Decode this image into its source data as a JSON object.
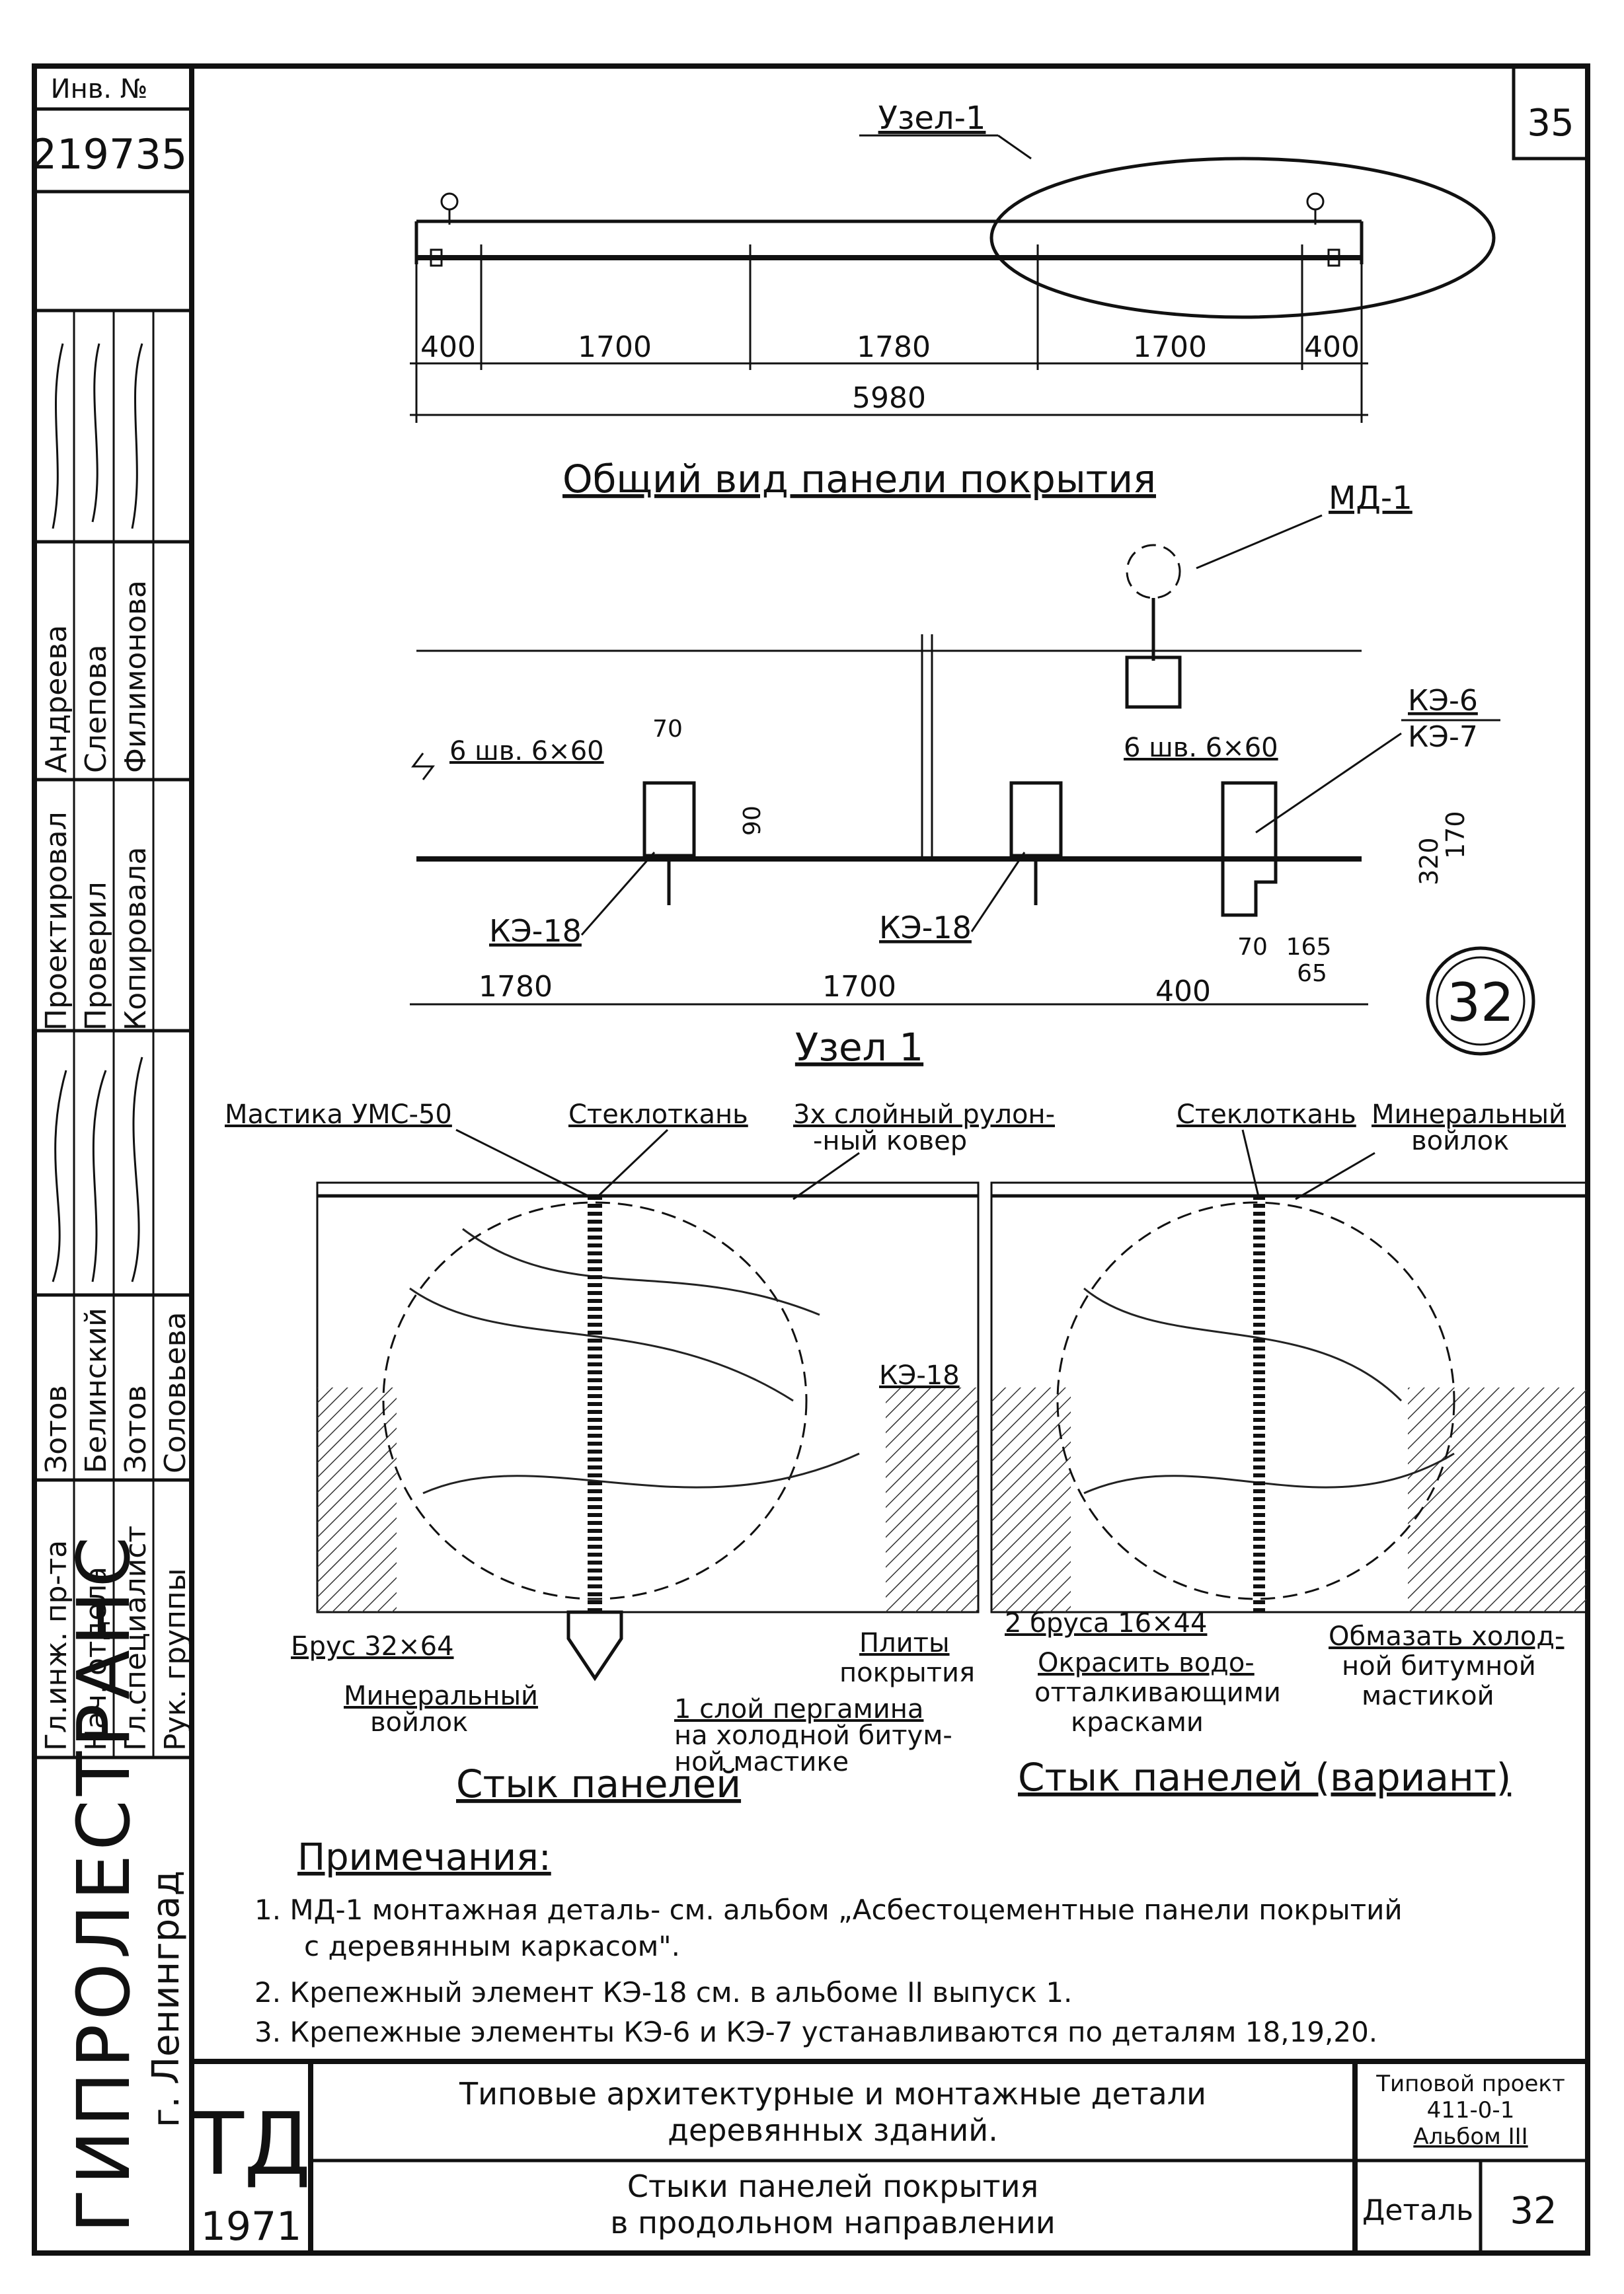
{
  "sheet": {
    "number": "35"
  },
  "inventory": {
    "label": "Инв. №",
    "number": "219735"
  },
  "signatures": {
    "roles": [
      "Гл.инж. пр-та",
      "Нач. отдела",
      "Гл.специалист",
      "Рук. группы"
    ],
    "names_col1": [
      "Зотов",
      "Белинский",
      "Зотов",
      "Соловьева"
    ],
    "roles2": [
      "Проектировал",
      "Проверил",
      "Копировала"
    ],
    "names_col2": [
      "Андреева",
      "Слепова",
      "Филимонова"
    ]
  },
  "org": {
    "name": "ГИПРОЛЕСТРАНС",
    "city": "г. Ленинград"
  },
  "top_view": {
    "node_label": "Узел-1",
    "dims": [
      "400",
      "1700",
      "1780",
      "1700",
      "400"
    ],
    "total": "5980",
    "caption": "Общий вид панели покрытия"
  },
  "node1": {
    "md_label": "МД-1",
    "bolts_left": "6 шв. 6×60",
    "bolts_right": "6 шв. 6×60",
    "dim_70": "70",
    "dim_90": "90",
    "ke18_a": "КЭ-18",
    "ke18_b": "КЭ-18",
    "ke6": "КЭ-6",
    "ke7": "КЭ-7",
    "dim_320": "320",
    "dim_170": "170",
    "dim_70b": "70",
    "dim_165": "165",
    "dim_65": "65",
    "bottom_dims": [
      "1780",
      "1700",
      "400"
    ],
    "caption": "Узел 1",
    "detail_no": "32"
  },
  "joint": {
    "mastic": "Мастика УМС-50",
    "glass1": "Стеклоткань",
    "roll": "3х слойный рулон-",
    "roll2": "-ный ковер",
    "glass2": "Стеклоткань",
    "mineral_top": "Минеральный",
    "mineral_top2": "войлок",
    "ke18": "КЭ-18",
    "beam": "Брус 32×64",
    "mineral_bot": "Минеральный",
    "mineral_bot2": "войлок",
    "plates": "Плиты",
    "plates2": "покрытия",
    "pergamin": "1 слой пергамина",
    "pergamin2": "на холодной битум-",
    "pergamin3": "ной мастике",
    "bars": "2 бруса 16×44",
    "paint": "Окрасить водо-",
    "paint2": "отталкивающими",
    "paint3": "красками",
    "coat": "Обмазать холод-",
    "coat2": "ной битумной",
    "coat3": "мастикой",
    "caption1": "Стык панелей",
    "caption2": "Стык панелей (вариант)"
  },
  "notes": {
    "title": "Примечания:",
    "items": [
      "1. МД-1 монтажная деталь- см. альбом „Асбестоцементные панели покрытий",
      "с деревянным каркасом\".",
      "2. Крепежный элемент КЭ-18 см. в альбоме II выпуск 1.",
      "3. Крепежные элементы КЭ-6 и КЭ-7 устанавливаются по деталям 18,19,20."
    ]
  },
  "titleblock": {
    "code": "ТД",
    "year": "1971",
    "title1": "Типовые архитектурные и монтажные детали",
    "title2": "деревянных зданий.",
    "subtitle1": "Стыки панелей покрытия",
    "subtitle2": "в продольном направлении",
    "project_label": "Типовой проект",
    "project_no": "411-0-1",
    "album": "Альбом III",
    "detail_label": "Деталь",
    "detail_no": "32"
  }
}
